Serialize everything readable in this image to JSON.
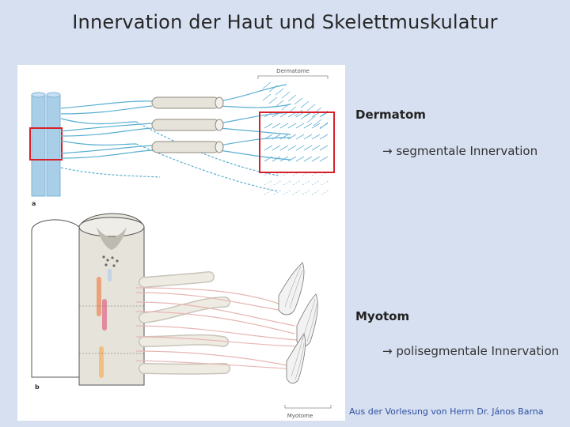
{
  "slide": {
    "title": "Innervation der Haut und Skelettmuskulatur"
  },
  "figure": {
    "panel_a_label": "a",
    "panel_b_label": "b",
    "dermatome_caption": "Dermatome",
    "myotome_caption": "Myotome"
  },
  "dermatom": {
    "heading": "Dermatom",
    "description": "→ segmentale Innervation"
  },
  "myotom": {
    "heading": "Myotom",
    "description": "→ polisegmentale Innervation"
  },
  "credit": "Aus der Vorlesung von Herrn Dr. János Barna",
  "colors": {
    "background": "#d6e0f0",
    "highlight": "#d9202a",
    "nerve": "#5aaed1",
    "cord": "#a9cfe8",
    "muscle_nerve": "#e7b7b3",
    "credit": "#2f4fa3"
  }
}
